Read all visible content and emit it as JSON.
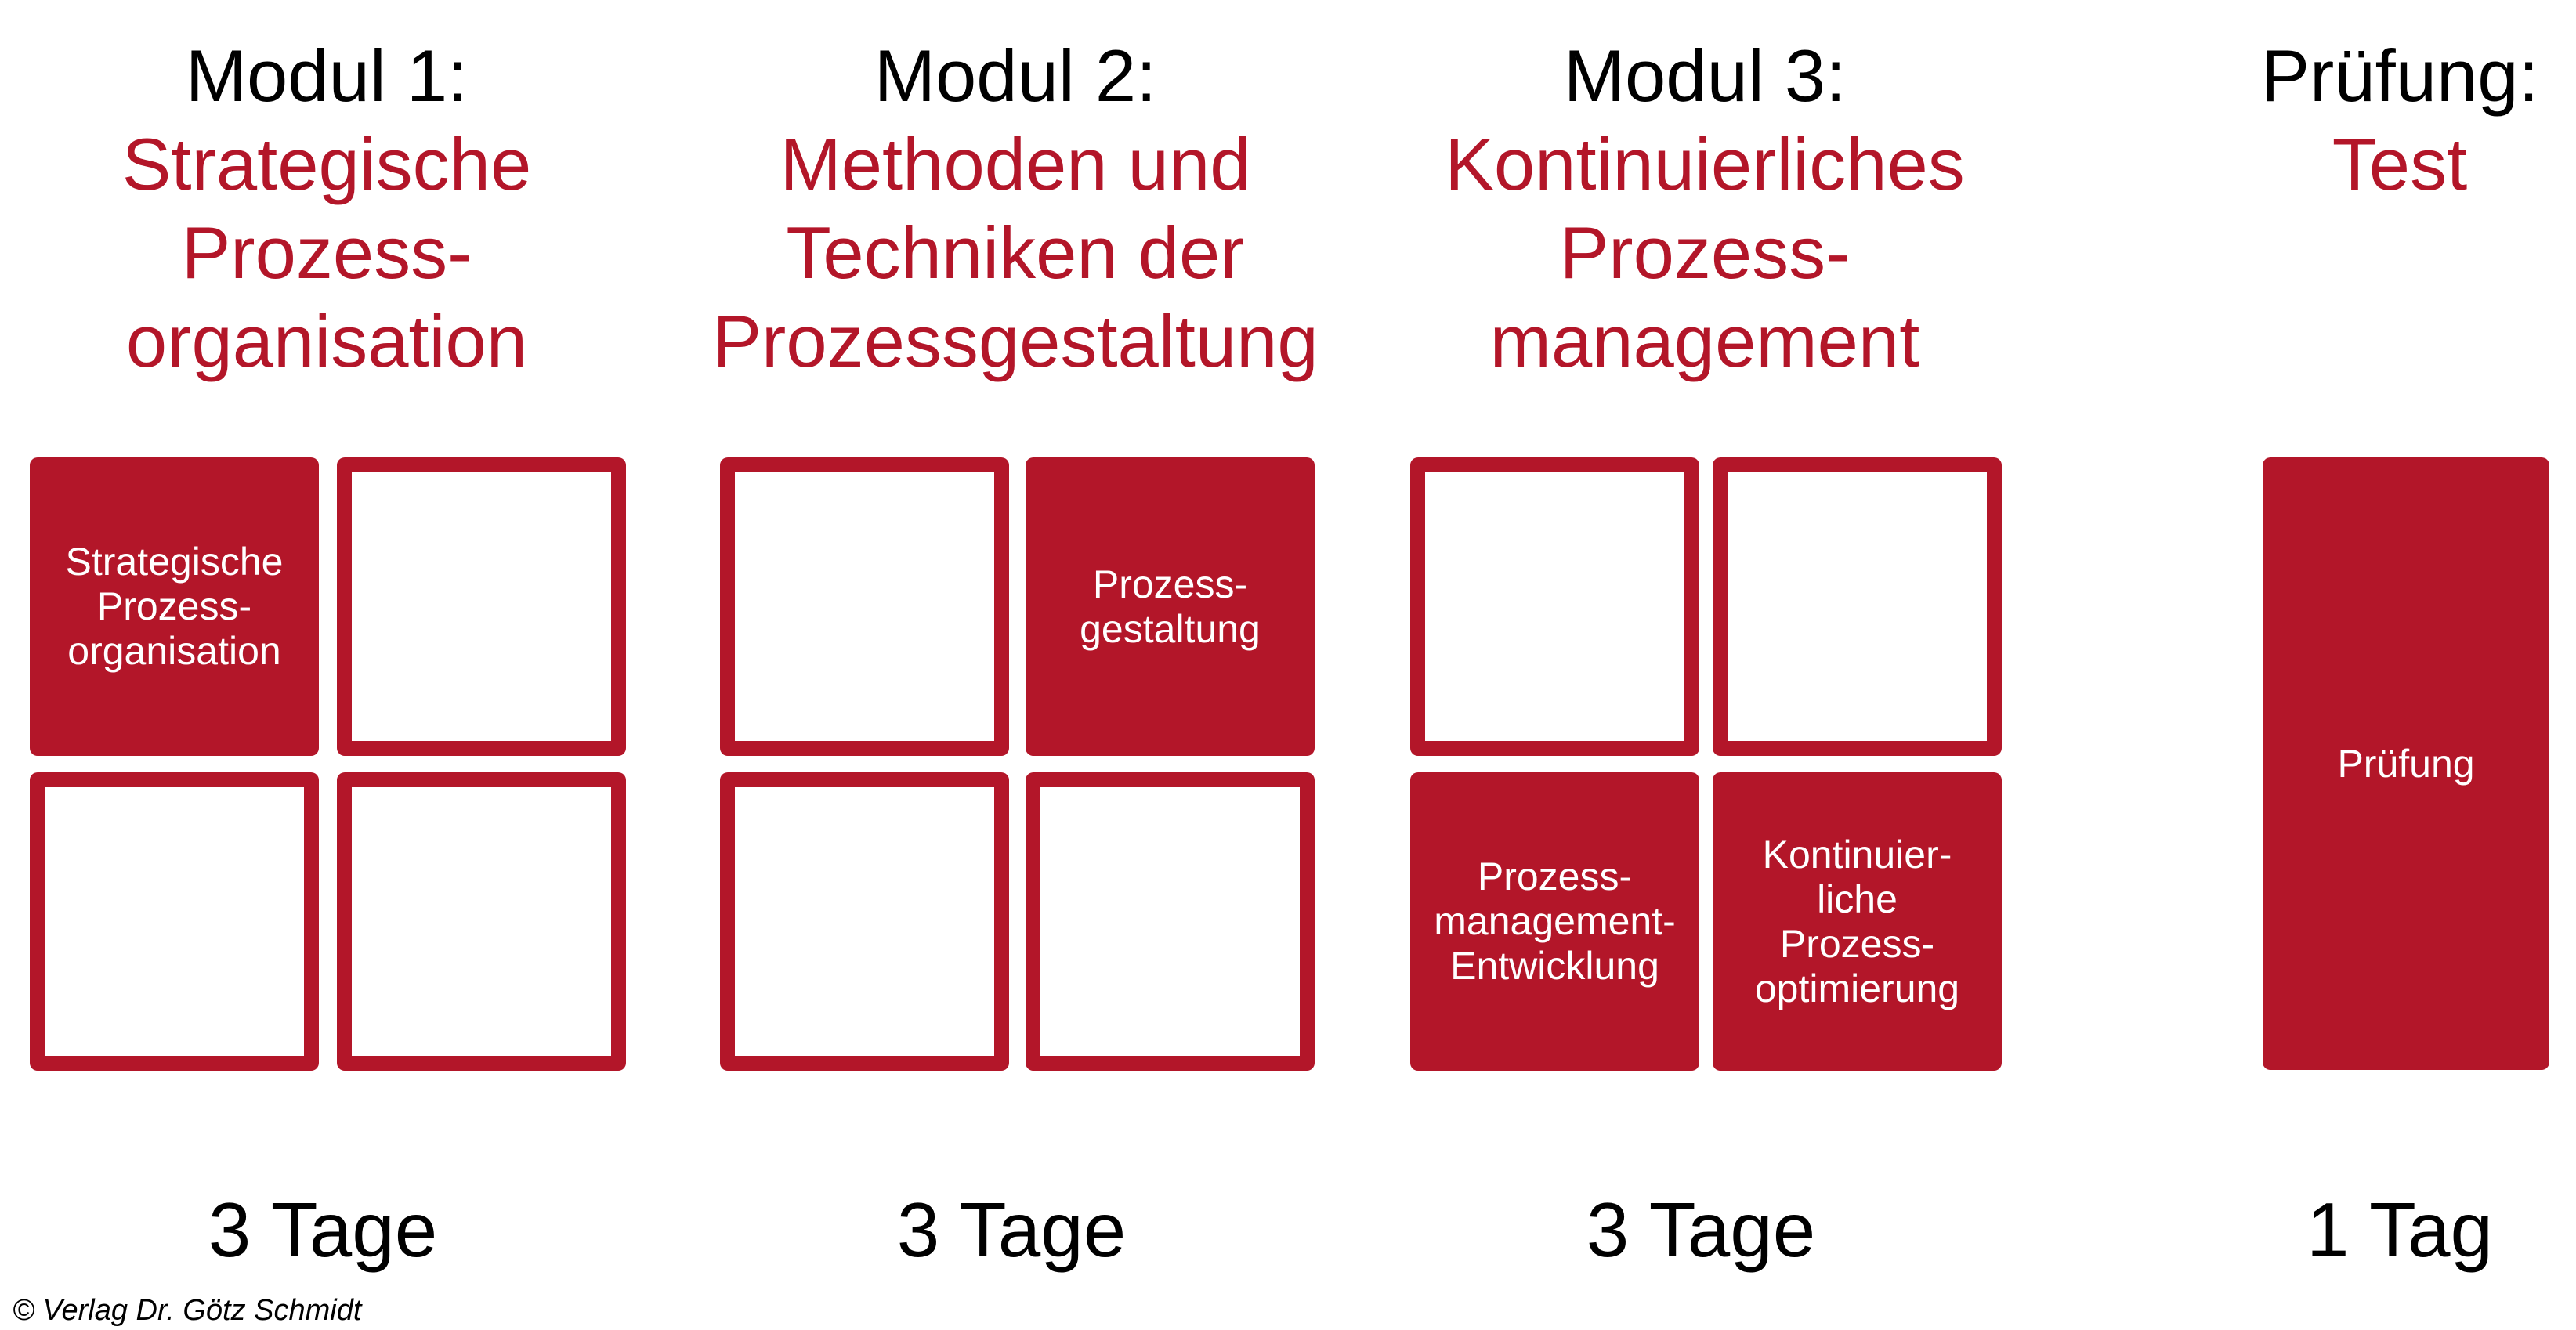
{
  "modules": [
    {
      "label": "Modul 1:",
      "title": "Strategische\nProzess-\norganisation",
      "tiles": [
        "Strategische\nProzess-\norganisation",
        "",
        "",
        ""
      ],
      "duration": "3 Tage"
    },
    {
      "label": "Modul 2:",
      "title": "Methoden und\nTechniken der\nProzessgestaltung",
      "tiles": [
        "",
        "Prozess-\ngestaltung",
        "",
        ""
      ],
      "duration": "3 Tage"
    },
    {
      "label": "Modul 3:",
      "title": "Kontinuierliches\nProzess-\nmanagement",
      "tiles": [
        "",
        "",
        "Prozess-\nmanagement-\nEntwicklung",
        "Kontinuier-\nliche\nProzess-\noptimierung"
      ],
      "duration": "3 Tage"
    },
    {
      "label": "Prüfung:",
      "title": "Test",
      "tiles": [
        "Prüfung"
      ],
      "duration": "1 Tag"
    }
  ],
  "copyright": "© Verlag Dr. Götz Schmidt",
  "colors": {
    "accent": "#b31629"
  }
}
